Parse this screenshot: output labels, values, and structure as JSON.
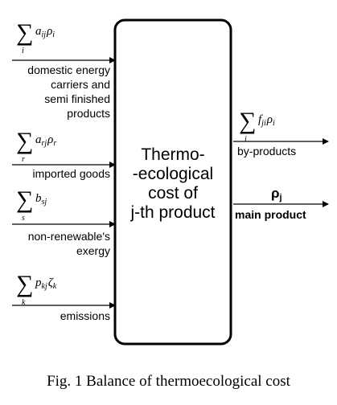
{
  "inputs": [
    {
      "formula": {
        "index": "i",
        "term": "a",
        "sub": "ij",
        "coef": "ρ",
        "coef_sub": "i"
      },
      "label_lines": [
        "domestic energy",
        "carriers and",
        "semi finished",
        "products"
      ]
    },
    {
      "formula": {
        "index": "r",
        "term": "a",
        "sub": "rj",
        "coef": "ρ",
        "coef_sub": "r"
      },
      "label_lines": [
        "imported goods"
      ]
    },
    {
      "formula": {
        "index": "s",
        "term": "b",
        "sub": "sj",
        "coef": "",
        "coef_sub": ""
      },
      "label_lines": [
        "non-renewable's",
        "exergy"
      ]
    },
    {
      "formula": {
        "index": "k",
        "term": "p",
        "sub": "kj",
        "coef": "ζ",
        "coef_sub": "k"
      },
      "label_lines": [
        "emissions"
      ]
    }
  ],
  "box": {
    "lines": [
      "Thermo-",
      "-ecological",
      "cost of",
      "j-th product"
    ]
  },
  "outputs": [
    {
      "formula": {
        "index": "i",
        "term": "f",
        "sub": "ji",
        "coef": "ρ",
        "coef_sub": "i"
      },
      "label": "by-products"
    },
    {
      "symbol": "ρ",
      "symbol_sub": "j",
      "label": "main product"
    }
  ],
  "caption": "Fig. 1 Balance of thermoecological cost"
}
